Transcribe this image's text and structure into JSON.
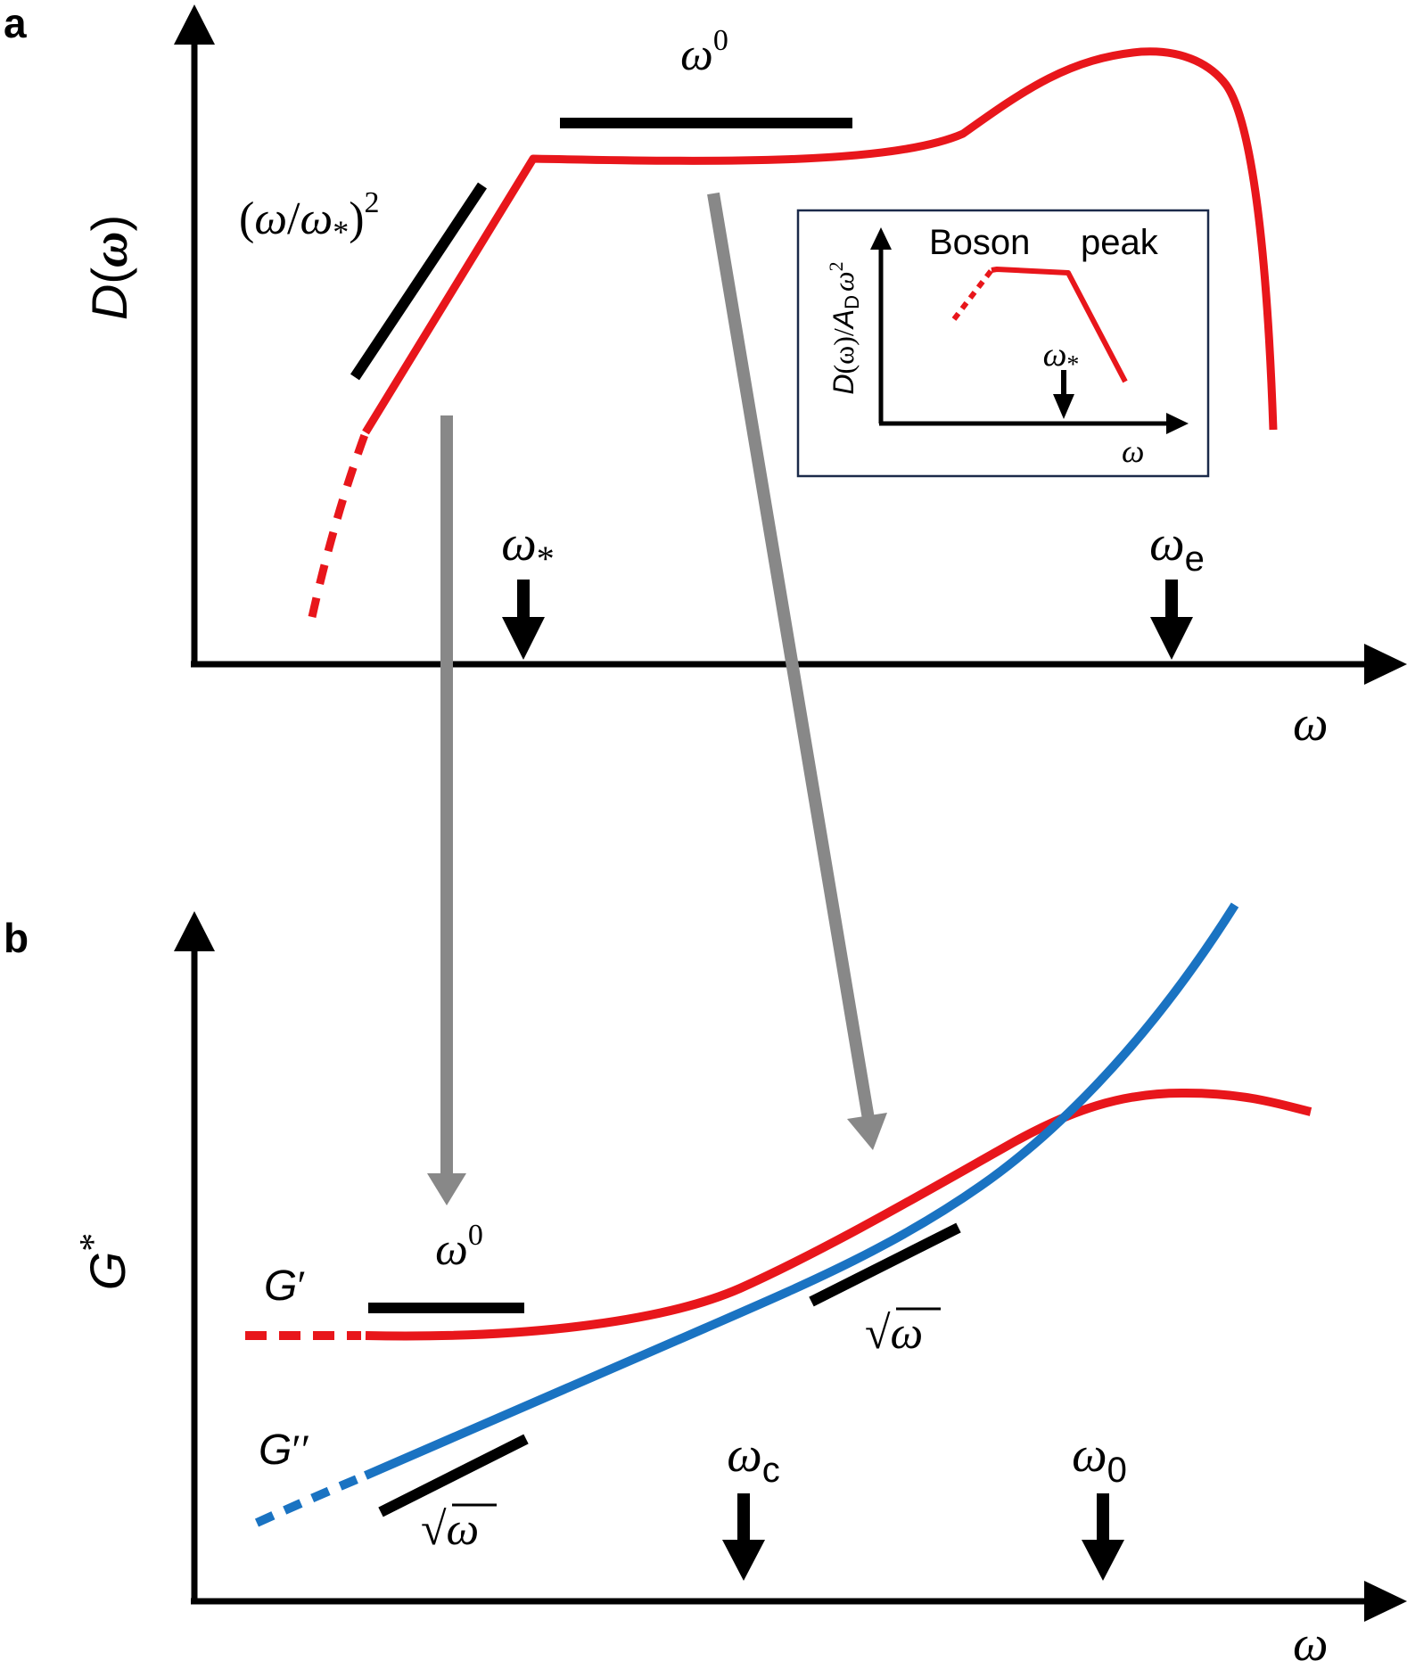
{
  "panel_a": {
    "label": "a",
    "y_label_main": "D",
    "y_label_paren_open": "(",
    "y_label_omega": "ω",
    "y_label_paren_close": ")",
    "x_label": "ω",
    "plateau_label_omega": "ω",
    "plateau_label_exp": "0",
    "slope_label_open": "(",
    "slope_label_omega": "ω",
    "slope_label_slash": "/",
    "slope_label_omega2": "ω",
    "slope_label_star": "*",
    "slope_label_close": ")",
    "slope_label_exp": "2",
    "marker_star_omega": "ω",
    "marker_star_sub": "*",
    "marker_e_omega": "ω",
    "marker_e_sub": "e",
    "inset": {
      "ylabel_D": "D",
      "ylabel_rest": "(ω)/",
      "ylabel_A": "A",
      "ylabel_sub": "D",
      "ylabel_omega": "ω",
      "ylabel_exp": "2",
      "title_left": "Boson",
      "title_right": "peak",
      "marker_omega": "ω",
      "marker_sub": "*",
      "x_label": "ω"
    }
  },
  "panel_b": {
    "label": "b",
    "y_label_G": "G",
    "y_label_star": "*",
    "x_label": "ω",
    "g_prime_G": "G",
    "g_prime_mark": "′",
    "g_dprime_G": "G",
    "g_dprime_mark": "′′",
    "plateau_omega": "ω",
    "plateau_exp": "0",
    "sqrt_symbol": "√",
    "sqrt_omega": "ω",
    "marker_c_omega": "ω",
    "marker_c_sub": "c",
    "marker_0_omega": "ω",
    "marker_0_sub": "0"
  },
  "colors": {
    "storage_modulus": "#e8161b",
    "loss_modulus": "#1a73c2",
    "projection_arrow": "#888888",
    "axis": "#000000"
  }
}
